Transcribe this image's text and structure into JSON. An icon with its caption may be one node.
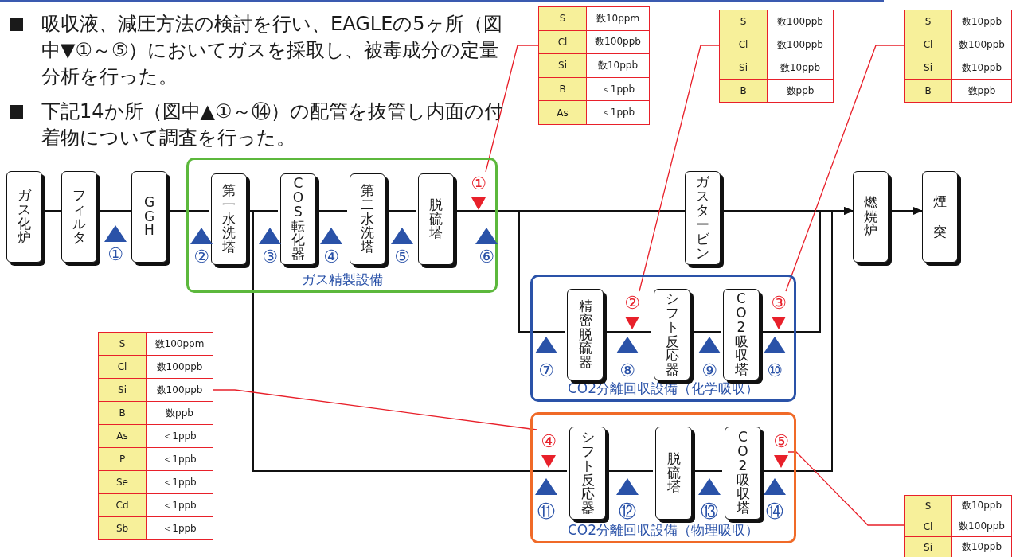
{
  "diagram": {
    "nodes": [
      {
        "text": [
          "ガス精製設備"
        ]
      },
      {
        "text": [
          "ガス化炉"
        ]
      },
      {
        "text": [
          "フィルタ"
        ]
      },
      {
        "text": [
          "GGH"
        ]
      },
      {
        "text": [
          "第一水洗塔"
        ],
        "in": 0
      },
      {
        "text": [
          "COS転化器"
        ],
        "in": 0
      },
      {
        "text": [
          "第二水洗塔"
        ],
        "in": 0
      },
      {
        "text": [
          "脱硫塔"
        ],
        "in": 0
      },
      {
        "text": [
          "①"
        ],
        "in": 0
      },
      {
        "text": [
          "ガスタービン"
        ]
      },
      {
        "text": [
          "燃焼炉"
        ]
      },
      {
        "text": [
          "煙突"
        ]
      },
      {
        "text": [
          "CO2分離回収設備（化学吸収）"
        ]
      },
      {
        "text": [
          "精密脱硫器"
        ],
        "in": 12
      },
      {
        "text": [
          "②"
        ],
        "in": 12
      },
      {
        "text": [
          "シフト反応器"
        ],
        "in": 12
      },
      {
        "text": [
          "CO2吸収塔"
        ],
        "in": 12
      },
      {
        "text": [
          "③"
        ],
        "in": 12
      },
      {
        "text": [
          "CO2分離回収設備（物理吸収）"
        ]
      },
      {
        "text": [
          "④"
        ],
        "in": 18
      },
      {
        "text": [
          "シフト反応器"
        ],
        "in": 18
      },
      {
        "text": [
          "脱硫塔"
        ],
        "in": 18
      },
      {
        "text": [
          "CO2吸収塔"
        ],
        "in": 18
      },
      {
        "text": [
          "⑤"
        ],
        "in": 18
      },
      {
        "text": [
          "S",
          "数10ppm",
          "Cl",
          "数100ppb",
          "Si",
          "数10ppb",
          "B",
          "＜1ppb",
          "As",
          "＜1ppb"
        ]
      },
      {
        "text": [
          "S",
          "数100ppb",
          "Cl",
          "数100ppb",
          "Si",
          "数10ppb",
          "B",
          "数ppb"
        ]
      },
      {
        "text": [
          "S",
          "数10ppb",
          "Cl",
          "数100ppb",
          "Si",
          "数10ppb",
          "B",
          "数ppb"
        ]
      },
      {
        "text": [
          "S",
          "数100ppm",
          "Cl",
          "数100ppb",
          "Si",
          "数100ppb",
          "B",
          "数ppb",
          "As",
          "＜1ppb",
          "P",
          "＜1ppb",
          "Se",
          "＜1ppb",
          "Cd",
          "＜1ppb",
          "Sb",
          "＜1ppb"
        ]
      },
      {
        "text": [
          "S",
          "数10ppb",
          "Cl",
          "数100ppb",
          "Si",
          "数10ppb"
        ]
      },
      {
        "text": [
          "①"
        ]
      },
      {
        "text": [
          "②"
        ],
        "in": 0
      },
      {
        "text": [
          "③"
        ],
        "in": 0
      },
      {
        "text": [
          "④"
        ],
        "in": 0
      },
      {
        "text": [
          "⑤"
        ],
        "in": 0
      },
      {
        "text": [
          "⑥"
        ],
        "in": 0
      },
      {
        "text": [
          "⑦"
        ],
        "in": 12
      },
      {
        "text": [
          "⑧"
        ],
        "in": 12
      },
      {
        "text": [
          "⑨"
        ],
        "in": 12
      },
      {
        "text": [
          "⑩"
        ],
        "in": 12
      },
      {
        "text": [
          "⑪"
        ],
        "in": 18
      },
      {
        "text": [
          "⑫"
        ],
        "in": 18
      },
      {
        "text": [
          "⑬"
        ],
        "in": 18
      },
      {
        "text": [
          "⑭"
        ],
        "in": 18
      }
    ],
    "edges": [
      {
        "from": 1,
        "to": 2,
        "arrow": "none"
      },
      {
        "from": 2,
        "to": 3,
        "arrow": "none"
      },
      {
        "from": 3,
        "to": 4,
        "arrow": "none"
      },
      {
        "from": 4,
        "to": 5,
        "arrow": "none"
      },
      {
        "from": 5,
        "to": 6,
        "arrow": "none"
      },
      {
        "from": 6,
        "to": 7,
        "arrow": "none"
      },
      {
        "from": 7,
        "to": 9,
        "arrow": "none"
      },
      {
        "from": 9,
        "to": 10,
        "arrow": "none"
      },
      {
        "from": 10,
        "to": 11,
        "arrow": "to"
      },
      {
        "from": 7,
        "to": 13,
        "arrow": "none"
      },
      {
        "from": 13,
        "to": 15,
        "arrow": "none"
      },
      {
        "from": 15,
        "to": 16,
        "arrow": "none"
      },
      {
        "from": 16,
        "to": 10,
        "arrow": "to"
      },
      {
        "from": 4,
        "to": 20,
        "arrow": "none"
      },
      {
        "from": 20,
        "to": 21,
        "arrow": "none"
      },
      {
        "from": 21,
        "to": 22,
        "arrow": "none"
      },
      {
        "from": 22,
        "to": 10,
        "arrow": "to"
      },
      {
        "from": 24,
        "to": 8,
        "arrow": "none",
        "color": "#e8202a"
      },
      {
        "from": 25,
        "to": 14,
        "arrow": "none",
        "color": "#e8202a"
      },
      {
        "from": 26,
        "to": 17,
        "arrow": "none",
        "color": "#e8202a"
      },
      {
        "from": 27,
        "to": 19,
        "arrow": "none",
        "color": "#e8202a"
      },
      {
        "from": 28,
        "to": 23,
        "arrow": "none",
        "color": "#e8202a"
      }
    ],
    "labels": [
      "吸収液、減圧方法の検討を行い、EAGLEの5ヶ所（図中▼①～⑤）においてガスを採取し、被毒成分の定量分析を行った。",
      "下記14か所（図中▲①～⑭）の配管を抜管し内面の付着物について調査を行った。"
    ]
  }
}
